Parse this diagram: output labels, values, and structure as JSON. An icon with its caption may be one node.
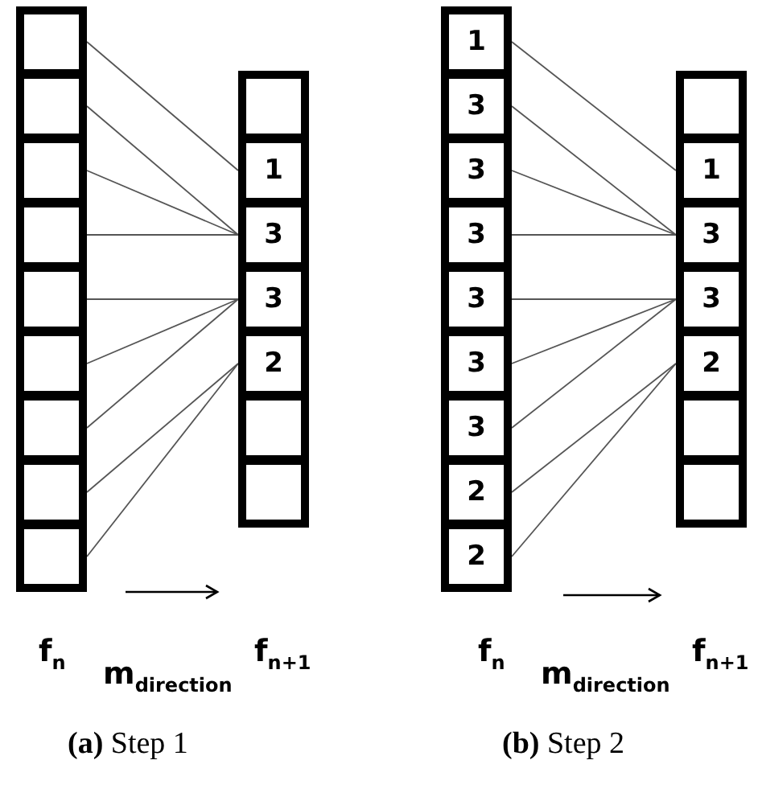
{
  "diagram": {
    "nodes": [
      {
        "text": [],
        "shape": "box"
      },
      {
        "text": [],
        "shape": "box"
      },
      {
        "text": [],
        "shape": "box"
      },
      {
        "text": [],
        "shape": "box"
      },
      {
        "text": [],
        "shape": "box"
      },
      {
        "text": [],
        "shape": "box"
      },
      {
        "text": [],
        "shape": "box"
      },
      {
        "text": [],
        "shape": "box"
      },
      {
        "text": [],
        "shape": "box"
      },
      {
        "text": [],
        "shape": "box"
      },
      {
        "text": [
          "1"
        ]
      },
      {
        "text": [
          "3"
        ]
      },
      {
        "text": [
          "3"
        ]
      },
      {
        "text": [
          "2"
        ]
      },
      {
        "text": [],
        "shape": "box"
      },
      {
        "text": [],
        "shape": "box"
      },
      {
        "text": [
          "1"
        ]
      },
      {
        "text": [
          "3"
        ]
      },
      {
        "text": [
          "3"
        ]
      },
      {
        "text": [
          "3"
        ]
      },
      {
        "text": [
          "3"
        ]
      },
      {
        "text": [
          "3"
        ]
      },
      {
        "text": [
          "3"
        ]
      },
      {
        "text": [
          "2"
        ]
      },
      {
        "text": [
          "2"
        ]
      },
      {
        "text": [],
        "shape": "box"
      },
      {
        "text": [
          "1"
        ]
      },
      {
        "text": [
          "3"
        ]
      },
      {
        "text": [
          "3"
        ]
      },
      {
        "text": [
          "2"
        ]
      },
      {
        "text": [],
        "shape": "box"
      },
      {
        "text": [],
        "shape": "box"
      }
    ],
    "edges": [
      {
        "from": 0,
        "to": 10,
        "arrow": "none"
      },
      {
        "from": 1,
        "to": 11,
        "arrow": "none"
      },
      {
        "from": 2,
        "to": 11,
        "arrow": "none"
      },
      {
        "from": 3,
        "to": 11,
        "arrow": "none"
      },
      {
        "from": 4,
        "to": 12,
        "arrow": "none"
      },
      {
        "from": 5,
        "to": 12,
        "arrow": "none"
      },
      {
        "from": 6,
        "to": 12,
        "arrow": "none"
      },
      {
        "from": 7,
        "to": 13,
        "arrow": "none"
      },
      {
        "from": 8,
        "to": 13,
        "arrow": "none"
      },
      {
        "from": 16,
        "to": 26,
        "arrow": "none"
      },
      {
        "from": 17,
        "to": 27,
        "arrow": "none"
      },
      {
        "from": 18,
        "to": 27,
        "arrow": "none"
      },
      {
        "from": 19,
        "to": 27,
        "arrow": "none"
      },
      {
        "from": 20,
        "to": 28,
        "arrow": "none"
      },
      {
        "from": 21,
        "to": 28,
        "arrow": "none"
      },
      {
        "from": 22,
        "to": 28,
        "arrow": "none"
      },
      {
        "from": 23,
        "to": 29,
        "arrow": "none"
      },
      {
        "from": 24,
        "to": 29,
        "arrow": "none"
      }
    ],
    "labels": [
      "f$_{n}$",
      "m$_{direction}$",
      "f$_{n+1}$",
      "f$_{n}$",
      "m$_{direction}$",
      "f$_{n+1}$",
      "**(a)** Step 1",
      "**(b)** Step 2"
    ]
  }
}
